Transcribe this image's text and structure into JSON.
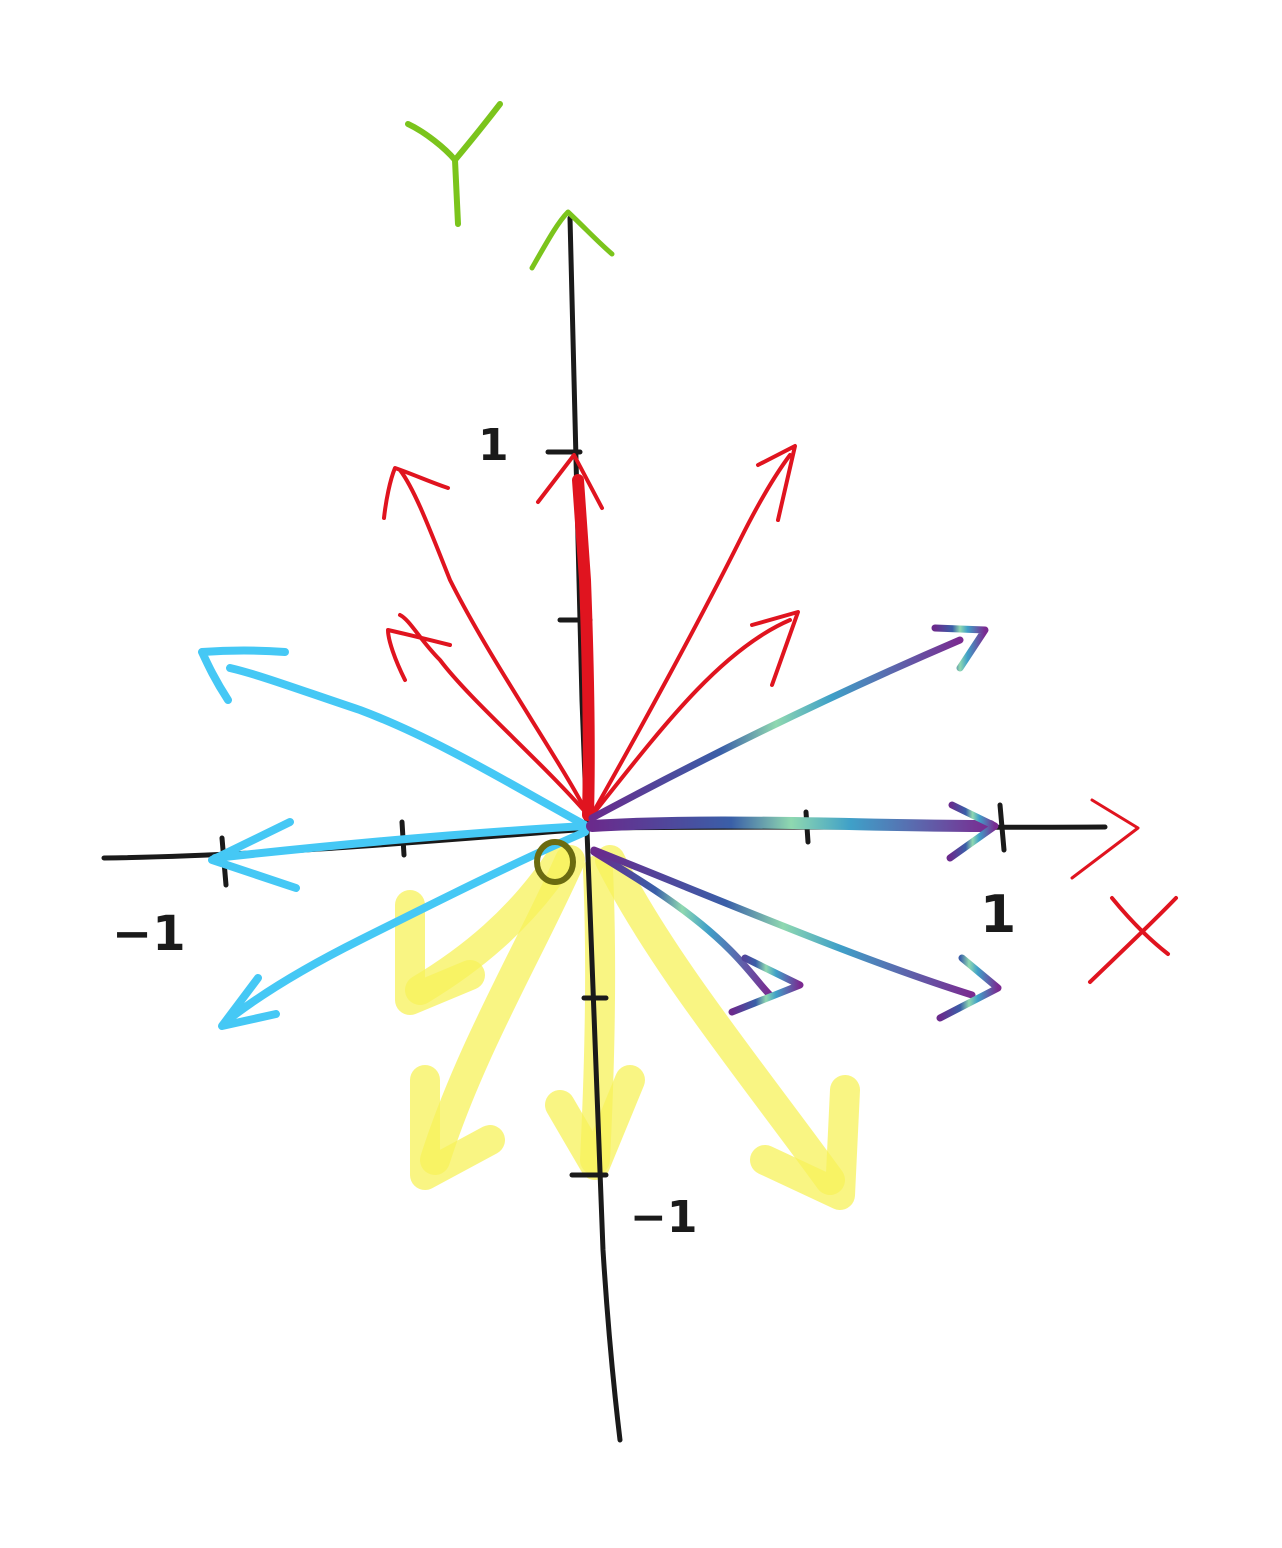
{
  "axis_labels": {
    "x": "X",
    "y": "Y"
  },
  "tick_labels": {
    "x_pos": "1",
    "x_neg": "−1",
    "y_pos": "1",
    "y_neg": "−1",
    "origin": "0"
  },
  "colors": {
    "axis": "#1a1a1a",
    "x_label": "#e0141f",
    "y_label": "#7bc41c",
    "upper_vectors": "#e0141f",
    "left_vectors": "#45c8f5",
    "lower_vectors": "#f7f25a",
    "right_vectors": "#6a2a8c",
    "right_vectors_accent": "#3fa0c8",
    "origin_mark": "#6b6b10"
  },
  "vector_groups": [
    {
      "name": "upper",
      "color_key": "upper_vectors",
      "count": 5
    },
    {
      "name": "left",
      "color_key": "left_vectors",
      "count": 3
    },
    {
      "name": "lower",
      "color_key": "lower_vectors",
      "count": 4
    },
    {
      "name": "right",
      "color_key": "right_vectors",
      "count": 4
    }
  ]
}
